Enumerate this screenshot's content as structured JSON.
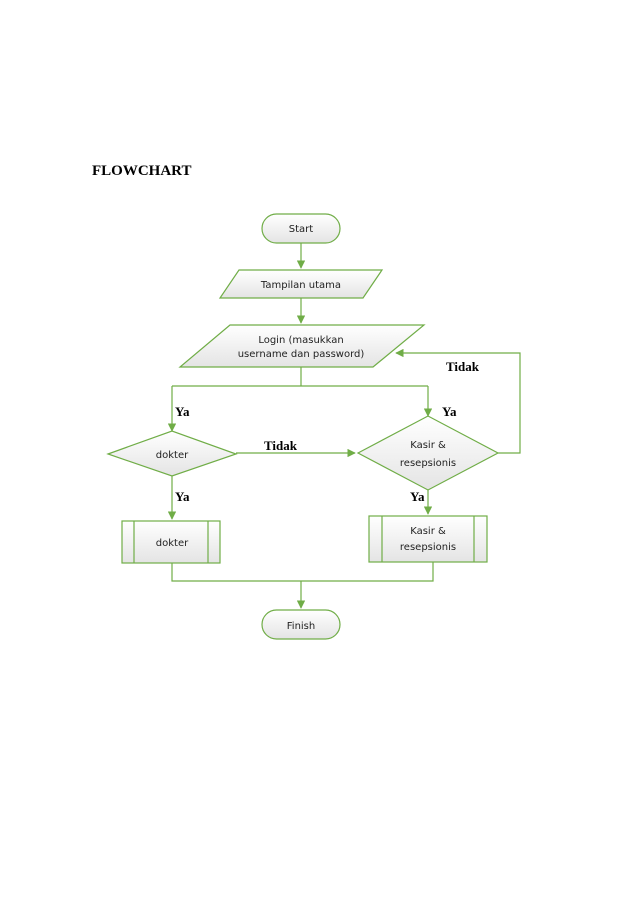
{
  "document": {
    "title": "FLOWCHART"
  },
  "colors": {
    "stroke": "#70ad47",
    "fill_top": "#ffffff",
    "fill_bottom": "#e6e6e6",
    "text": "#222222"
  },
  "flowchart": {
    "nodes": {
      "start": {
        "type": "terminator",
        "label": "Start"
      },
      "main_display": {
        "type": "data",
        "label": "Tampilan utama"
      },
      "login": {
        "type": "data",
        "line1": "Login (masukkan",
        "line2": "username dan password)"
      },
      "decision_doctor": {
        "type": "decision",
        "label": "dokter"
      },
      "decision_cashier": {
        "type": "decision",
        "line1": "Kasir &",
        "line2": "resepsionis"
      },
      "process_doctor": {
        "type": "predefined-process",
        "label": "dokter"
      },
      "process_cashier": {
        "type": "predefined-process",
        "line1": "Kasir &",
        "line2": "resepsionis"
      },
      "finish": {
        "type": "terminator",
        "label": "Finish"
      }
    },
    "edge_labels": {
      "login_to_doctor": "Ya",
      "login_to_cashier": "Ya",
      "doctor_to_cashier": "Tidak",
      "cashier_to_login": "Tidak",
      "doctor_to_process": "Ya",
      "cashier_to_process": "Ya"
    }
  }
}
